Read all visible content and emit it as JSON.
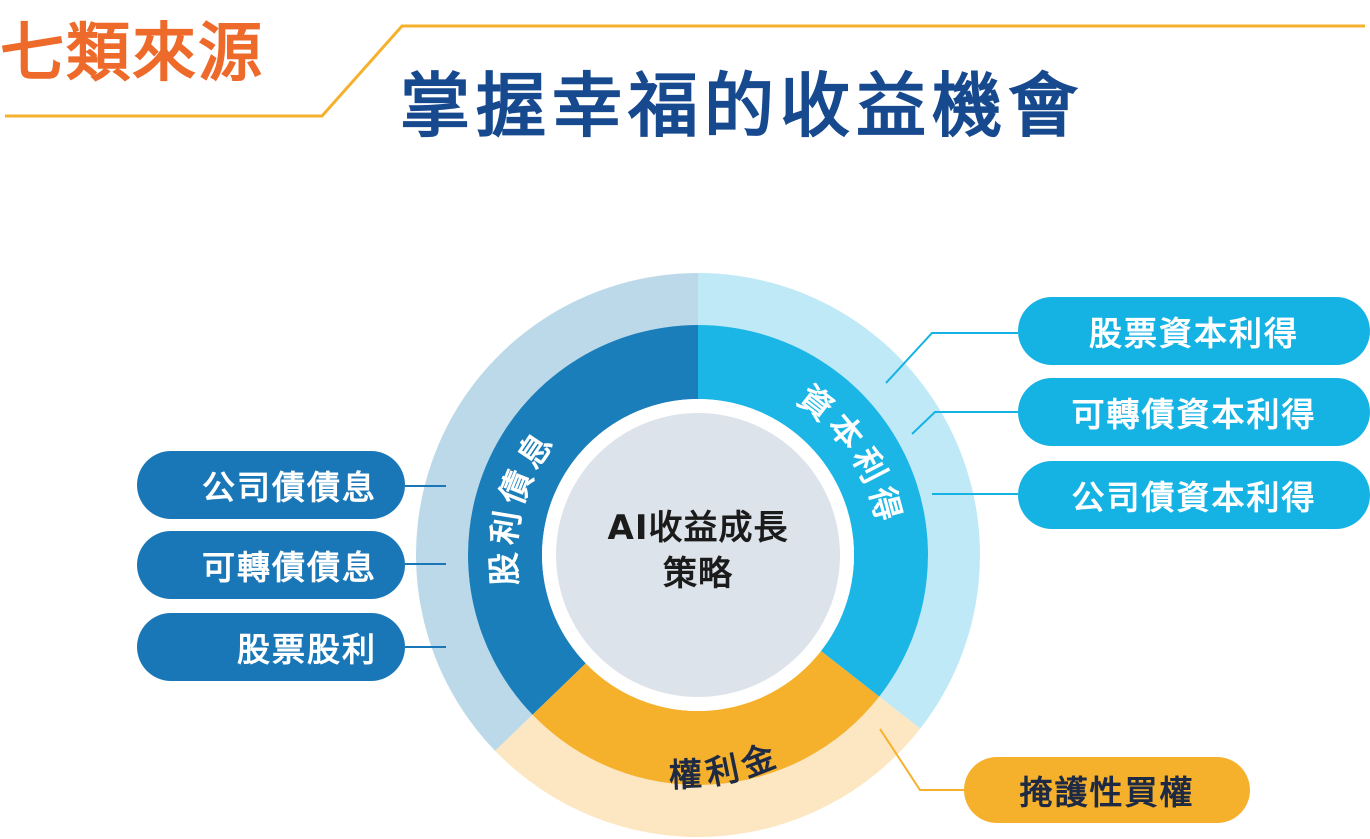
{
  "header": {
    "tag": "七類來源",
    "title": "掌握幸福的收益機會"
  },
  "diagram": {
    "center": [
      "AI收益成長",
      "策略"
    ],
    "segments": {
      "dividend": {
        "label": "股利債息",
        "color": "#1a7eba",
        "outer_color": "#bcd9ea"
      },
      "capital": {
        "label": "資本利得",
        "color": "#1bb6e6",
        "outer_color": "#bfe9f7"
      },
      "royalty": {
        "label": "權利金",
        "color": "#f6b12c",
        "outer_color": "#fde7c2"
      }
    },
    "center_color": "#dde3ea",
    "left_items": [
      "公司債債息",
      "可轉債債息",
      "股票股利"
    ],
    "right_items": [
      "股票資本利得",
      "可轉債資本利得",
      "公司債資本利得"
    ],
    "bottom_item": "掩護性買權",
    "colors": {
      "orange": "#ee6a2a",
      "navy": "#17498f",
      "line_yellow": "#f6b12c"
    }
  }
}
